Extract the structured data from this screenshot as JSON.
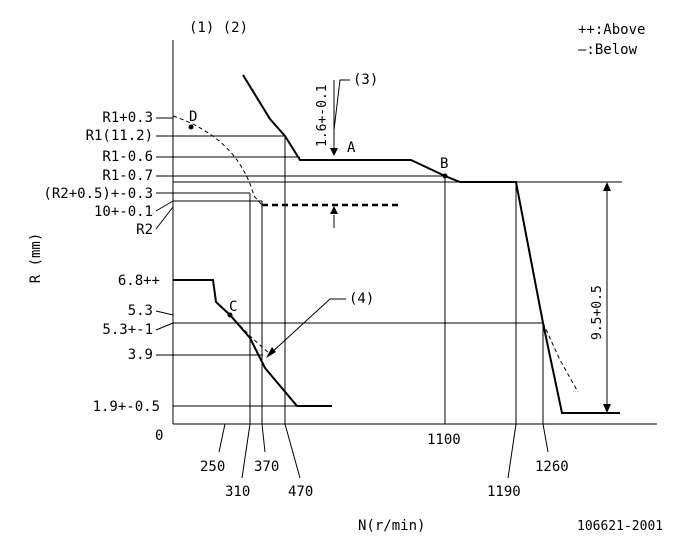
{
  "header": {
    "notes": "(1) (2)",
    "legend_above": "++:Above",
    "legend_below": "—:Below"
  },
  "axes": {
    "y_label": "R (mm)",
    "x_label": "N(r/min)",
    "origin": "0"
  },
  "y_labels": {
    "r1_plus_03": "R1+0.3",
    "r1_112": "R1(11.2)",
    "r1_minus_06": "R1-0.6",
    "r1_minus_07": "R1-0.7",
    "r2_plus_05": "(R2+0.5)+-0.3",
    "ten_tol": "10+-0.1",
    "r2": "R2",
    "v68": "6.8++",
    "v53": "5.3",
    "v53_tol": "5.3+-1",
    "v39": "3.9",
    "v19": "1.9+-0.5"
  },
  "x_labels": {
    "x250": "250",
    "x310": "310",
    "x370": "370",
    "x470": "470",
    "x1100": "1100",
    "x1190": "1190",
    "x1260": "1260"
  },
  "points": {
    "a": "A",
    "b": "B",
    "c": "C",
    "d": "D"
  },
  "annotations": {
    "note3": "(3)",
    "note4": "(4)",
    "dim_16": "1.6+-0.1",
    "dim_95": "9.5+0.5"
  },
  "footer": {
    "drawing_number": "106621-2001"
  }
}
